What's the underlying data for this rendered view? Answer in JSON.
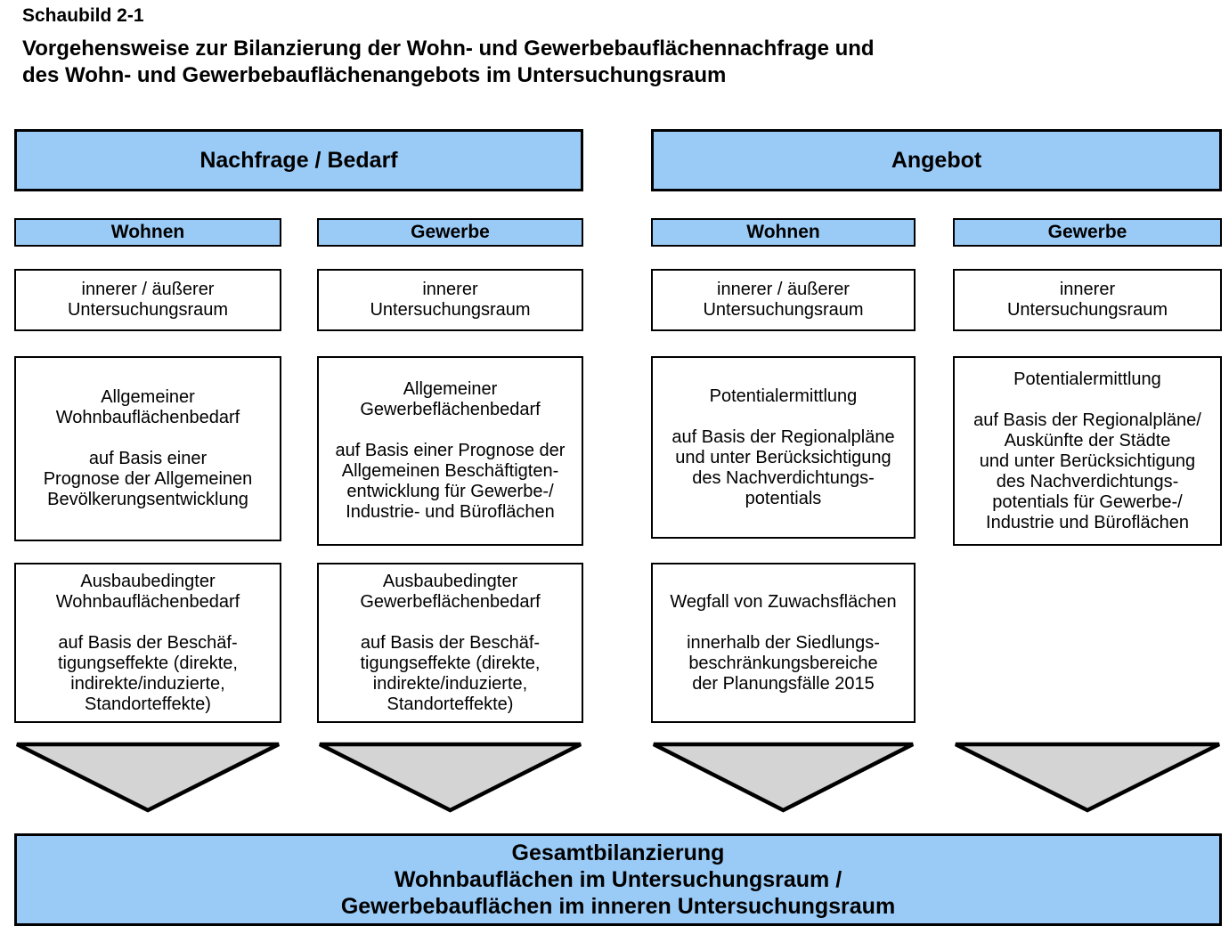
{
  "figure": {
    "label": "Schaubild 2-1",
    "title": [
      "Vorgehensweise zur Bilanzierung der Wohn- und Gewerbebauflächennachfrage und",
      "des Wohn- und Gewerbebauflächenangebots im Untersuchungsraum"
    ]
  },
  "colors": {
    "blue": "#9ACBF7",
    "gray": "#D4D4D4",
    "border": "#000000"
  },
  "icons": {
    "flow_arrow": "▼"
  },
  "groups": {
    "demand": "Nachfrage / Bedarf",
    "supply": "Angebot"
  },
  "columns": [
    {
      "group": "Nachfrage / Bedarf",
      "header": "Wohnen",
      "scope": [
        "innerer / äußerer",
        "Untersuchungsraum"
      ],
      "main": [
        "Allgemeiner",
        "Wohnbauflächenbedarf",
        "",
        "auf Basis einer",
        "Prognose der Allgemeinen",
        "Bevölkerungsentwicklung"
      ],
      "secondary": [
        "Ausbaubedingter",
        "Wohnbauflächenbedarf",
        "",
        "auf Basis der Beschäf-",
        "tigungseffekte (direkte,",
        "indirekte/induzierte,",
        "Standorteffekte)"
      ]
    },
    {
      "group": "Nachfrage / Bedarf",
      "header": "Gewerbe",
      "scope": [
        "innerer",
        "Untersuchungsraum"
      ],
      "main": [
        "Allgemeiner",
        "Gewerbeflächenbedarf",
        "",
        "auf Basis einer Prognose der",
        "Allgemeinen Beschäftigten-",
        "entwicklung für Gewerbe-/",
        "Industrie- und Büroflächen"
      ],
      "secondary": [
        "Ausbaubedingter",
        "Gewerbeflächenbedarf",
        "",
        "auf Basis der Beschäf-",
        "tigungseffekte (direkte,",
        "indirekte/induzierte,",
        "Standorteffekte)"
      ]
    },
    {
      "group": "Angebot",
      "header": "Wohnen",
      "scope": [
        "innerer / äußerer",
        "Untersuchungsraum"
      ],
      "main": [
        "Potentialermittlung",
        "",
        "auf Basis der Regionalpläne",
        "und unter Berücksichtigung",
        "des Nachverdichtungs-",
        "potentials"
      ],
      "secondary": [
        "Wegfall von Zuwachsflächen",
        "",
        "innerhalb der Siedlungs-",
        "beschränkungsbereiche",
        "der Planungsfälle 2015"
      ]
    },
    {
      "group": "Angebot",
      "header": "Gewerbe",
      "scope": [
        "innerer",
        "Untersuchungsraum"
      ],
      "main": [
        "Potentialermittlung",
        "",
        "auf Basis der Regionalpläne/",
        "Auskünfte der Städte",
        "und unter Berücksichtigung",
        "des Nachverdichtungs-",
        "potentials für Gewerbe-/",
        "Industrie und Büroflächen"
      ],
      "secondary": null
    }
  ],
  "summary": [
    "Gesamtbilanzierung",
    "Wohnbauflächen im Untersuchungsraum /",
    "Gewerbebauflächen im inneren Untersuchungsraum"
  ]
}
